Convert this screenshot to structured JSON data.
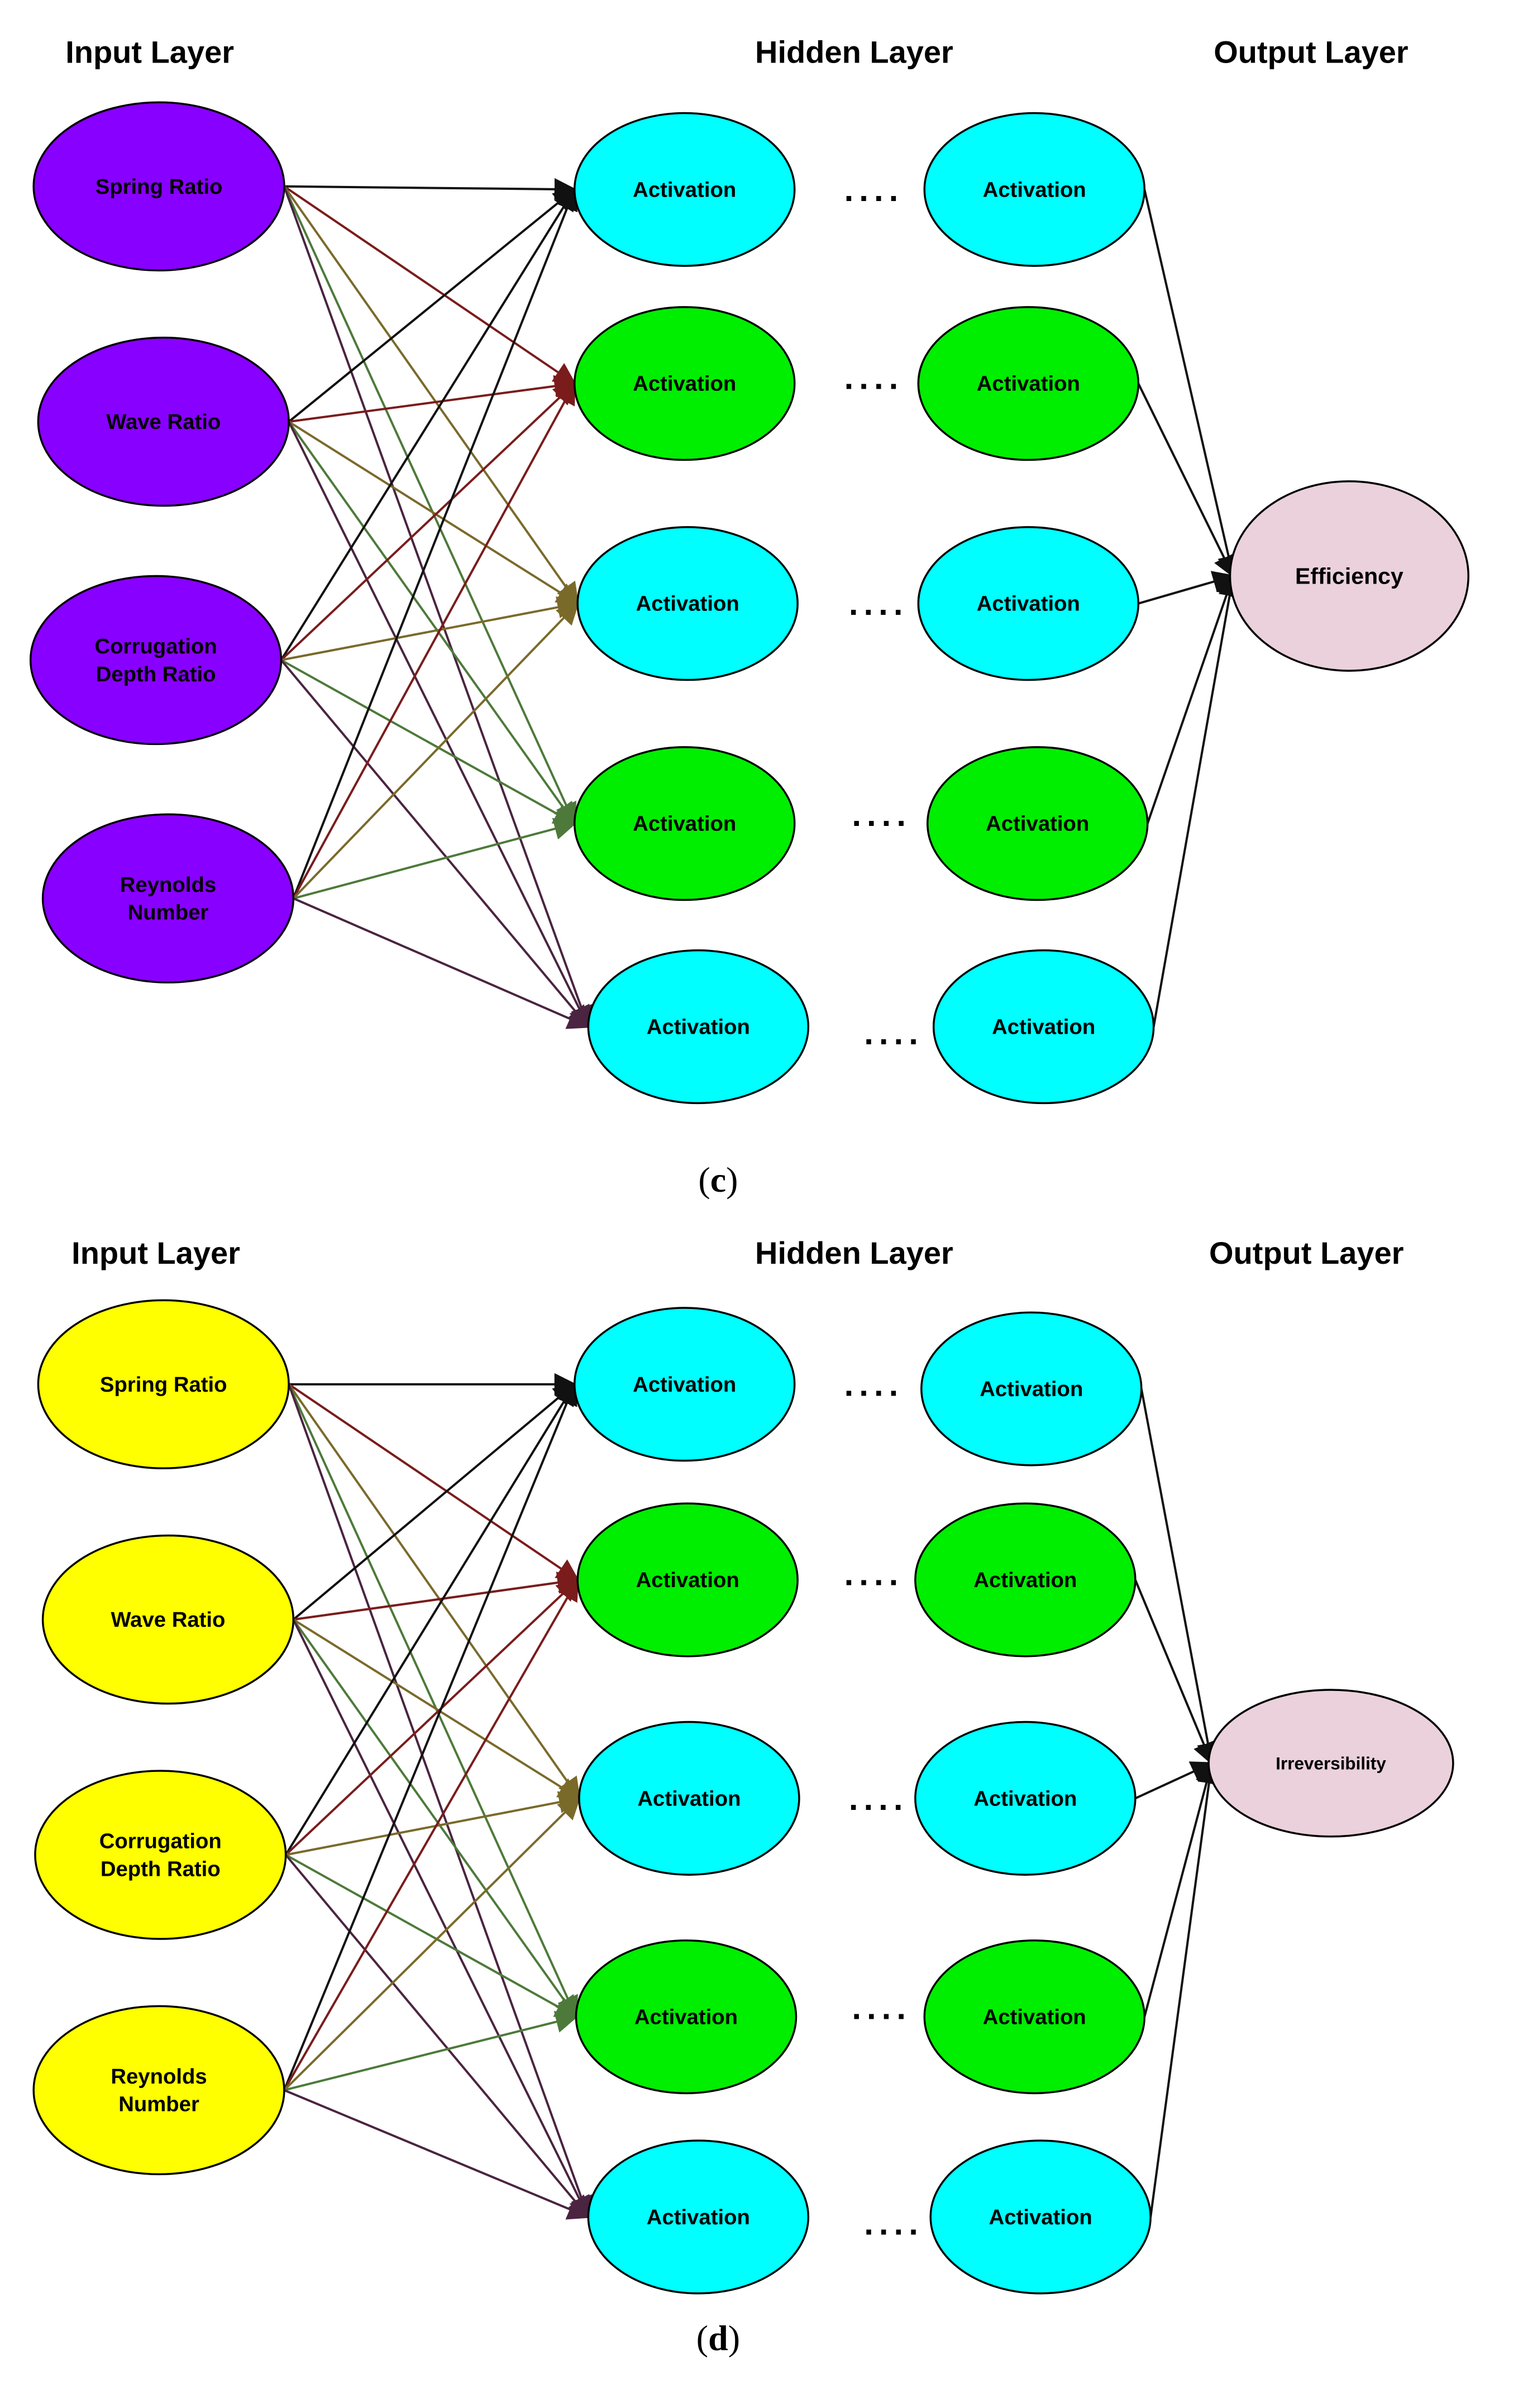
{
  "colors": {
    "edge_black": "#111111",
    "edge_red": "#7a1c1c",
    "edge_olive": "#7a6a2a",
    "edge_green": "#4d7a3a",
    "edge_purple": "#4a2440",
    "node_cyan": "#00ffff",
    "node_green": "#00ee00",
    "node_violet": "#8800ff",
    "node_yellow": "#ffff00",
    "node_output": "#ead1dc"
  },
  "panels": [
    {
      "id": "c",
      "caption_open": "(",
      "caption_letter": "c",
      "caption_close": ")",
      "titles": {
        "input": "Input Layer",
        "hidden": "Hidden Layer",
        "output": "Output Layer"
      },
      "input_color": "node_violet",
      "inputs": [
        [
          "Spring Ratio"
        ],
        [
          "Wave Ratio"
        ],
        [
          "Corrugation",
          "Depth Ratio"
        ],
        [
          "Reynolds",
          "Number"
        ]
      ],
      "hidden_label": "Activation",
      "hidden_rows": 5,
      "hidden_colors": [
        "node_cyan",
        "node_green",
        "node_cyan",
        "node_green",
        "node_cyan"
      ],
      "ellipsis": "....",
      "output": "Efficiency"
    },
    {
      "id": "d",
      "caption_open": "(",
      "caption_letter": "d",
      "caption_close": ")",
      "titles": {
        "input": "Input Layer",
        "hidden": "Hidden Layer",
        "output": "Output Layer"
      },
      "input_color": "node_yellow",
      "inputs": [
        [
          "Spring Ratio"
        ],
        [
          "Wave Ratio"
        ],
        [
          "Corrugation",
          "Depth Ratio"
        ],
        [
          "Reynolds",
          "Number"
        ]
      ],
      "hidden_label": "Activation",
      "hidden_rows": 5,
      "hidden_colors": [
        "node_cyan",
        "node_green",
        "node_cyan",
        "node_green",
        "node_cyan"
      ],
      "ellipsis": "....",
      "output": "Irreversibility"
    }
  ]
}
